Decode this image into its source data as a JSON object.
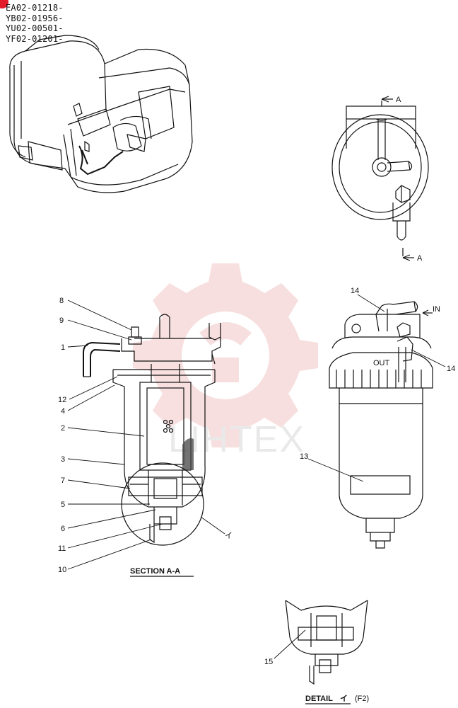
{
  "serial_numbers": [
    "EA02-01218-",
    "YB02-01956-",
    "YU02-00501-",
    "YF02-01201-"
  ],
  "watermark": "LIHTEX",
  "section_marks": {
    "top": "A",
    "bottom": "A"
  },
  "callouts": [
    "8",
    "9",
    "1",
    "12",
    "4",
    "2",
    "3",
    "7",
    "5",
    "6",
    "11",
    "10",
    "14",
    "14",
    "13",
    "15",
    "イ"
  ],
  "flow_labels": {
    "in": "IN",
    "out": "OUT"
  },
  "captions": {
    "section": "SECTION A-A",
    "detail": "DETAIL",
    "detail_mark": "イ",
    "detail_ref": "(F2)"
  },
  "colors": {
    "watermark_gear": "#f2c6c6",
    "corner_dot": "#e21b2b"
  }
}
